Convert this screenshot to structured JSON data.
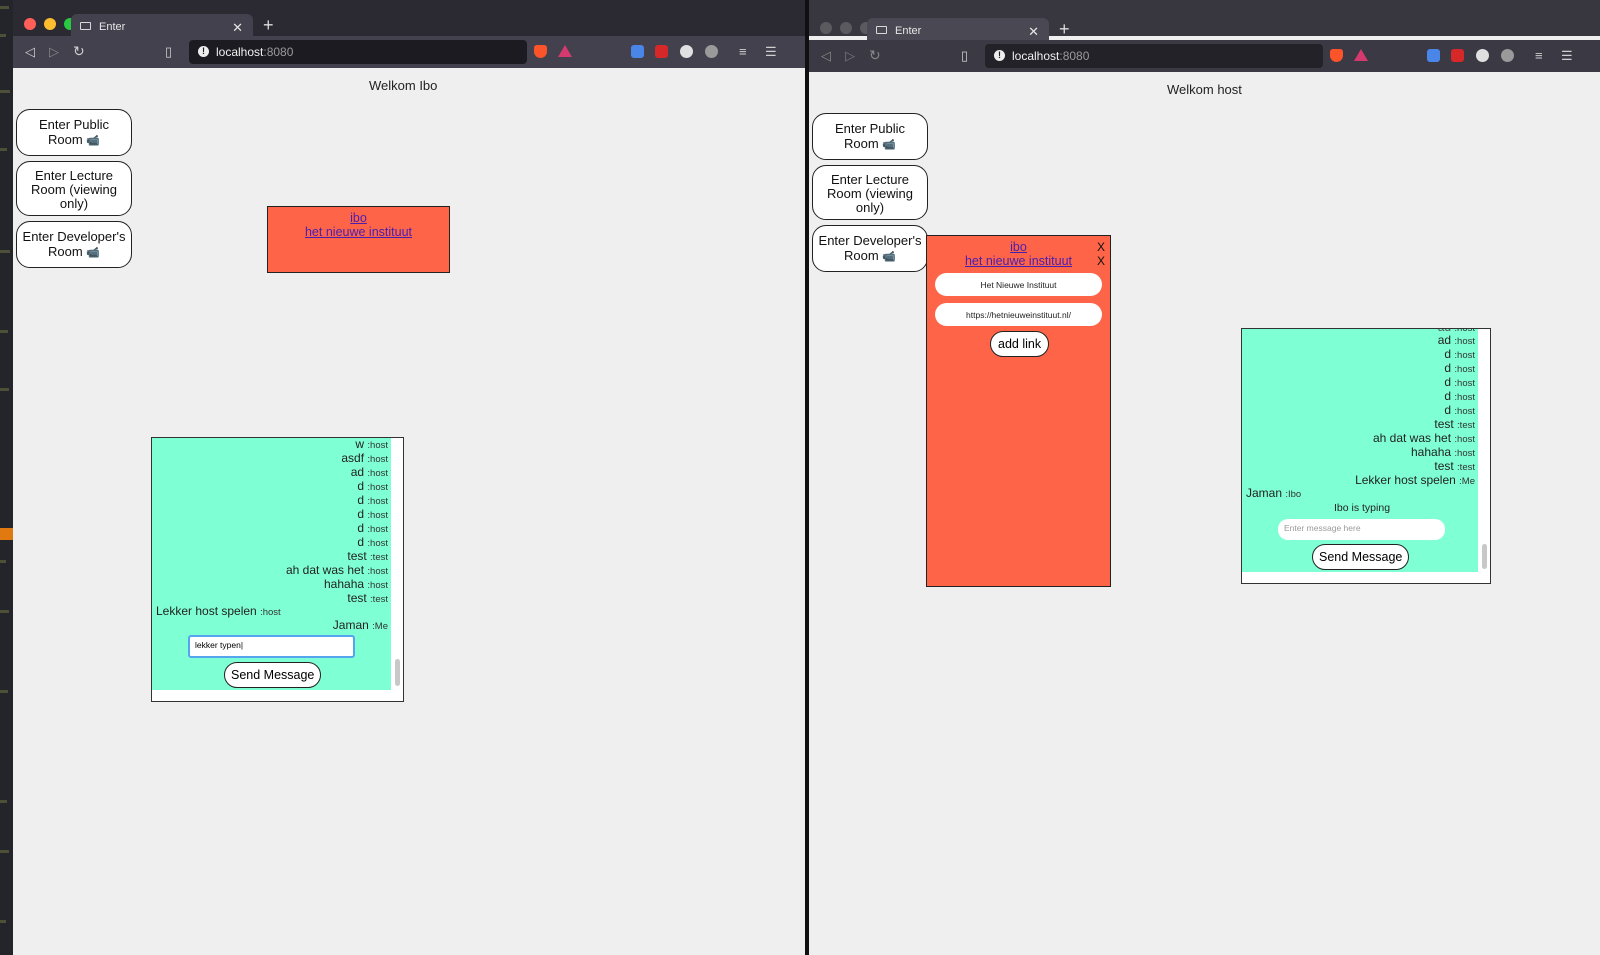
{
  "left_window": {
    "tab_title": "Enter",
    "url_host": "localhost",
    "url_port": ":8080",
    "welcome": "Welkom Ibo",
    "room_buttons": [
      {
        "label": "Enter Public Room",
        "icon": "video-camera-icon"
      },
      {
        "label": "Enter Lecture Room (viewing only)"
      },
      {
        "label": "Enter Developer's Room",
        "icon": "video-camera-icon"
      }
    ],
    "link_card": {
      "user": "ibo",
      "link": "het nieuwe instituut"
    },
    "chat": {
      "messages": [
        {
          "text": "w",
          "sender": ":host"
        },
        {
          "text": "asdf",
          "sender": ":host"
        },
        {
          "text": "ad",
          "sender": ":host"
        },
        {
          "text": "d",
          "sender": ":host"
        },
        {
          "text": "d",
          "sender": ":host"
        },
        {
          "text": "d",
          "sender": ":host"
        },
        {
          "text": "d",
          "sender": ":host"
        },
        {
          "text": "d",
          "sender": ":host"
        },
        {
          "text": "test",
          "sender": ":test"
        },
        {
          "text": "ah dat was het",
          "sender": ":host"
        },
        {
          "text": "hahaha",
          "sender": ":host"
        },
        {
          "text": "test",
          "sender": ":test"
        },
        {
          "text": "Lekker host spelen",
          "sender": ":host"
        },
        {
          "text": "Jaman",
          "sender": ":Me"
        }
      ],
      "input_value": "lekker typen",
      "send_label": "Send Message"
    }
  },
  "right_window": {
    "tab_title": "Enter",
    "url_host": "localhost",
    "url_port": ":8080",
    "welcome": "Welkom host",
    "room_buttons": [
      {
        "label": "Enter Public Room",
        "icon": "video-camera-icon"
      },
      {
        "label": "Enter Lecture Room (viewing only)"
      },
      {
        "label": "Enter Developer's Room",
        "icon": "video-camera-icon"
      }
    ],
    "link_card": {
      "user": "ibo",
      "link": "het nieuwe instituut",
      "close_1": "X",
      "close_2": "X",
      "name_value": "Het Nieuwe Instituut",
      "url_value": "https://hetnieuweinstituut.nl/",
      "add_link_label": "add link"
    },
    "chat": {
      "messages": [
        {
          "text": "ad",
          "sender": ":host"
        },
        {
          "text": "d",
          "sender": ":host"
        },
        {
          "text": "d",
          "sender": ":host"
        },
        {
          "text": "d",
          "sender": ":host"
        },
        {
          "text": "d",
          "sender": ":host"
        },
        {
          "text": "d",
          "sender": ":host"
        },
        {
          "text": "test",
          "sender": ":test"
        },
        {
          "text": "ah dat was het",
          "sender": ":host"
        },
        {
          "text": "hahaha",
          "sender": ":host"
        },
        {
          "text": "test",
          "sender": ":test"
        },
        {
          "text": "Lekker host spelen",
          "sender": ":Me"
        },
        {
          "text": "Jaman",
          "sender": ":Ibo"
        }
      ],
      "typing": "Ibo is typing",
      "input_placeholder": "Enter message here",
      "send_label": "Send Message"
    }
  },
  "colors": {
    "chat_bg": "#7fffd4",
    "card_bg": "#fd6448",
    "page_bg": "#efefef",
    "browser_chrome": "#42414d"
  }
}
